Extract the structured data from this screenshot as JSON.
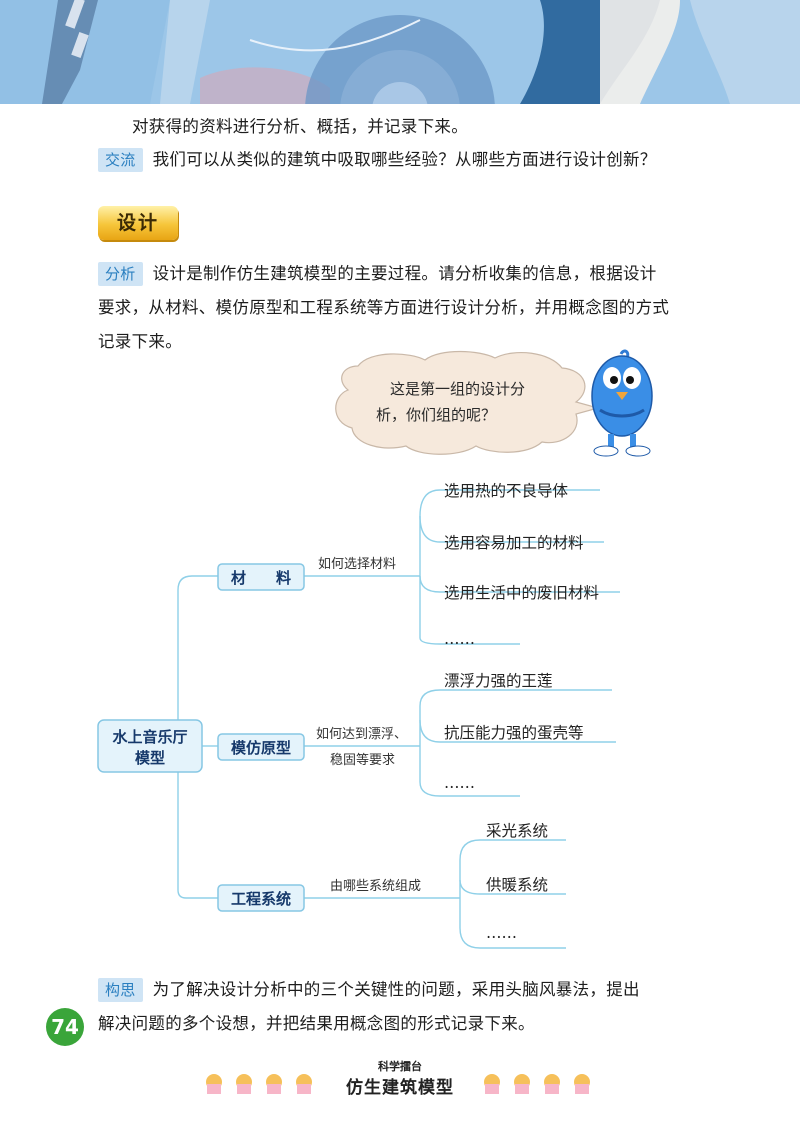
{
  "intro_line": "对获得的资料进行分析、概括，并记录下来。",
  "exchange": {
    "tag": "交流",
    "text": "我们可以从类似的建筑中吸取哪些经验？从哪些方面进行设计创新？"
  },
  "section_title": "设计",
  "analysis": {
    "tag": "分析",
    "line1": "设计是制作仿生建筑模型的主要过程。请分析收集的信息，根据设计",
    "line2": "要求，从材料、模仿原型和工程系统等方面进行设计分析，并用概念图的方式",
    "line3": "记录下来。"
  },
  "speech_bubble": {
    "line1": "这是第一组的设计分",
    "line2": "析，你们组的呢？"
  },
  "mindmap": {
    "root": [
      "水上音乐厅",
      "模型"
    ],
    "branches": [
      {
        "label": "材　　料",
        "edge": "如何选择材料",
        "leaves": [
          "选用热的不良导体",
          "选用容易加工的材料",
          "选用生活中的废旧材料",
          "……"
        ]
      },
      {
        "label": "模仿原型",
        "edge": [
          "如何达到漂浮、",
          "稳固等要求"
        ],
        "leaves": [
          "漂浮力强的王莲",
          "抗压能力强的蛋壳等",
          "……"
        ]
      },
      {
        "label": "工程系统",
        "edge": "由哪些系统组成",
        "leaves": [
          "采光系统",
          "供暖系统",
          "……"
        ]
      }
    ]
  },
  "idea": {
    "tag": "构思",
    "line1": "为了解决设计分析中的三个关键性的问题，采用头脑风暴法，提出",
    "line2": "解决问题的多个设想，并把结果用概念图的形式记录下来。"
  },
  "page_number": "74",
  "footer": {
    "series": "科学擂台",
    "title": "仿生建筑模型"
  },
  "colors": {
    "tag_bg": "#cfe4f5",
    "tag_text": "#2a7fc0",
    "mindmap_line": "#8fd0e8",
    "box_fill": "#e4f3fb",
    "box_stroke": "#86c7e4",
    "page_badge": "#3aa53a"
  }
}
